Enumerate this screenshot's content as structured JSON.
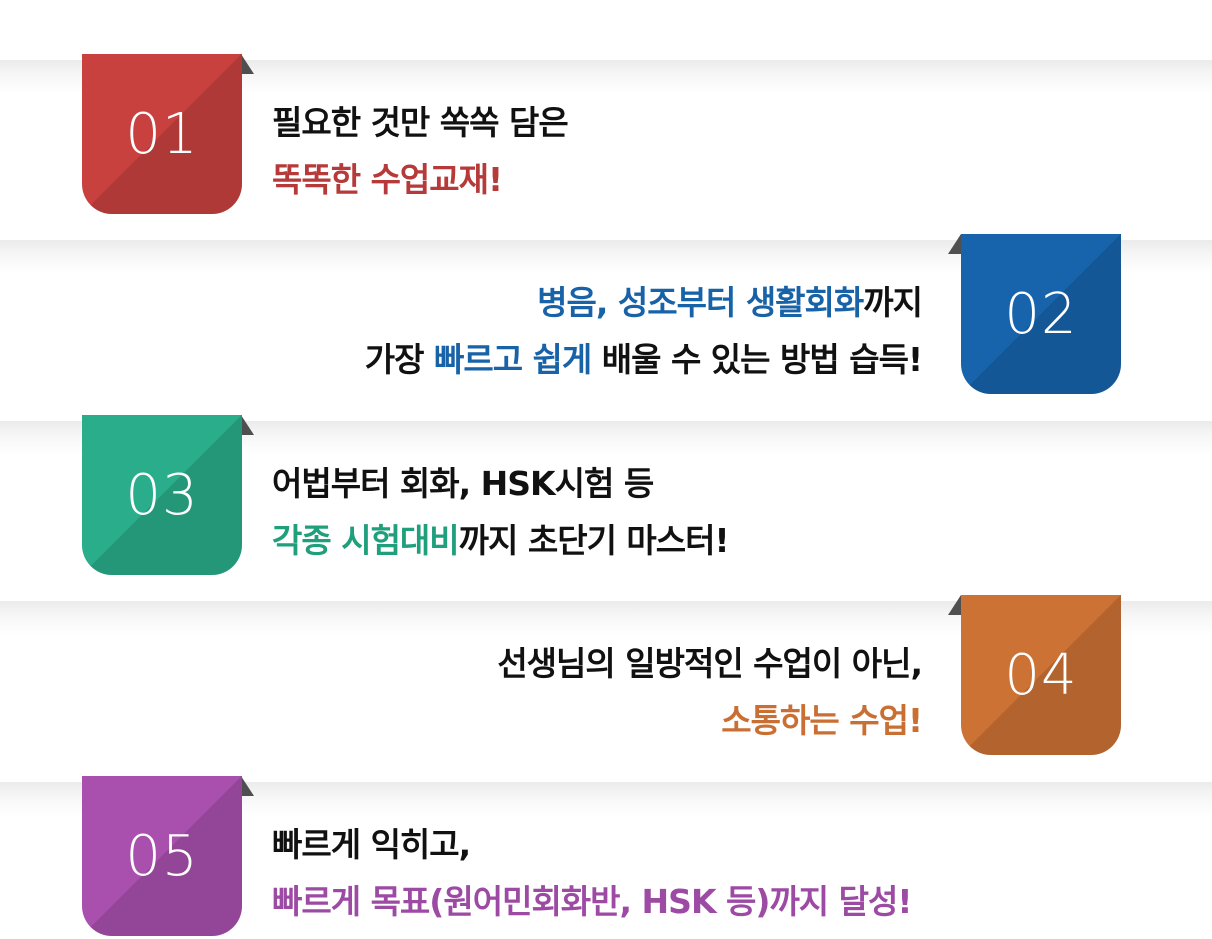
{
  "items": [
    {
      "number": "01",
      "color": "#c8413f",
      "line1": [
        {
          "text": "필요한 것만 쏙쏙 담은",
          "accent": false
        }
      ],
      "line2": [
        {
          "text": "똑똑한 수업교재!",
          "accent": true
        }
      ]
    },
    {
      "number": "02",
      "color": "#1764ad",
      "line1": [
        {
          "text": "병음, 성조부터 생활회화",
          "accent": true
        },
        {
          "text": "까지",
          "accent": false
        }
      ],
      "line2": [
        {
          "text": "가장 ",
          "accent": false
        },
        {
          "text": "빠르고 쉽게",
          "accent": true
        },
        {
          "text": " 배울 수 있는 방법 습득!",
          "accent": false
        }
      ]
    },
    {
      "number": "03",
      "color": "#29ad8b",
      "line1": [
        {
          "text": "어법부터 회화, HSK시험 등",
          "accent": false
        }
      ],
      "line2": [
        {
          "text": "각종 시험대비",
          "accent": true
        },
        {
          "text": "까지 초단기 마스터!",
          "accent": false
        }
      ]
    },
    {
      "number": "04",
      "color": "#cd7235",
      "line1": [
        {
          "text": "선생님의 일방적인 수업이 아닌,",
          "accent": false
        }
      ],
      "line2": [
        {
          "text": "소통하는 수업!",
          "accent": true
        }
      ]
    },
    {
      "number": "05",
      "color": "#a94fae",
      "line1": [
        {
          "text": "빠르게 익히고,",
          "accent": false
        }
      ],
      "line2": [
        {
          "text": "빠르게 목표(원어민회화반, HSK 등)까지 달성!",
          "accent": true
        }
      ]
    }
  ],
  "text_accent_colors": [
    "#b63a3a",
    "#1862a8",
    "#1f9f7c",
    "#c96f33",
    "#9c4aa3"
  ]
}
